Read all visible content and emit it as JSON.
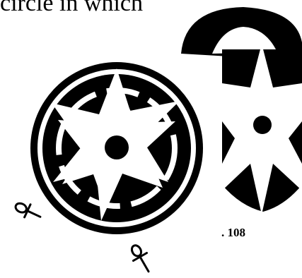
{
  "text": {
    "caption_fragment": "circle in which",
    "figure_number": ". 108"
  },
  "colors": {
    "ink": "#000000",
    "paper": "#ffffff"
  },
  "figures": {
    "main_emblem": "seven-pointed-star-in-ringed-circle",
    "side_emblem": "seven-pointed-star-with-black-and-white-arcs",
    "ankh_symbols": 2
  }
}
